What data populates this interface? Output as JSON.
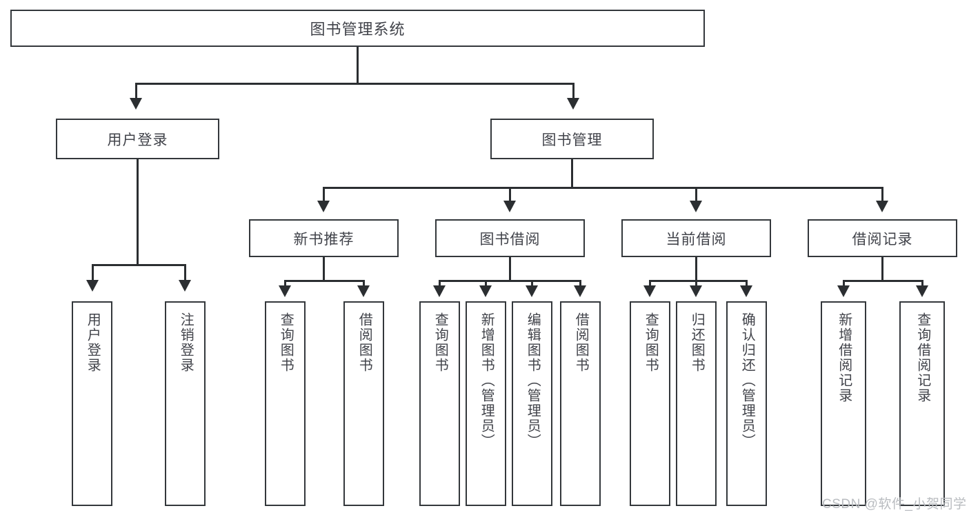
{
  "diagram": {
    "type": "tree-hierarchy-chart",
    "title": "图书管理系统",
    "levels": 4,
    "root": {
      "label": "图书管理系统"
    },
    "level2": [
      {
        "label": "用户登录"
      },
      {
        "label": "图书管理"
      }
    ],
    "level3": [
      {
        "label": "新书推荐"
      },
      {
        "label": "图书借阅"
      },
      {
        "label": "当前借阅"
      },
      {
        "label": "借阅记录"
      }
    ],
    "leaves": {
      "user_login": [
        {
          "label": "用户登录"
        },
        {
          "label": "注销登录"
        }
      ],
      "new_book_recommend": [
        {
          "label": "查询图书"
        },
        {
          "label": "借阅图书"
        }
      ],
      "book_borrow": [
        {
          "label": "查询图书"
        },
        {
          "label": "新增图书（管理员）"
        },
        {
          "label": "编辑图书（管理员）"
        },
        {
          "label": "借阅图书"
        }
      ],
      "current_borrow": [
        {
          "label": "查询图书"
        },
        {
          "label": "归还图书"
        },
        {
          "label": "确认归还（管理员）"
        }
      ],
      "borrow_records": [
        {
          "label": "新增借阅记录"
        },
        {
          "label": "查询借阅记录"
        }
      ]
    }
  },
  "watermark": {
    "text": "CSDN @软件_小贺同学"
  },
  "colors": {
    "box_border": "#33373b",
    "connector": "#2b2e31",
    "text": "#41434a",
    "background": "#ffffff",
    "watermark": "#b9bcc0"
  }
}
